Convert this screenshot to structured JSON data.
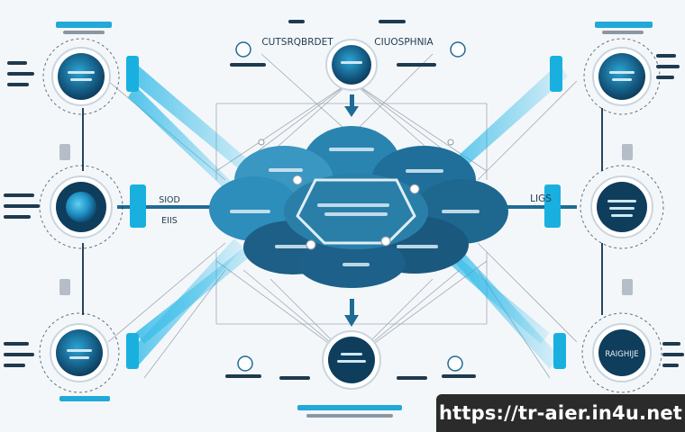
{
  "colors": {
    "background": "#f4f7fa",
    "cloud_dark": "#1d5f86",
    "cloud_mid": "#2a7fa9",
    "cloud_light": "#3f9bc3",
    "node_dark": "#0f3d5c",
    "accent_cyan": "#21a9d8",
    "line_gray": "#8a97a3",
    "text_dark": "#1e3a4f"
  },
  "labels": {
    "top_center_left": "CUTSRQBRDET",
    "top_center_right": "CIUOSPHNIA",
    "right_mid": "LIGS",
    "left_mid_top": "SIOD",
    "left_mid_bottom": "EIIS",
    "bottom_right_node": "RAIGHIJE"
  },
  "watermark": {
    "text": "https://tr-aier.in4u.net"
  }
}
